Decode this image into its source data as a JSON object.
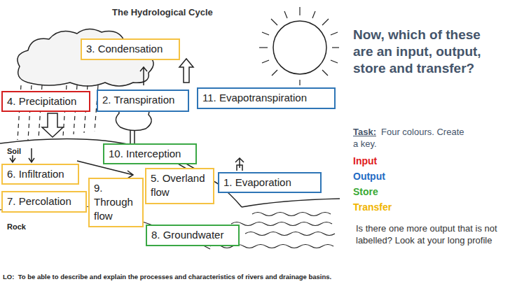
{
  "diagram": {
    "title": "The Hydrological Cycle",
    "nodes": [
      {
        "text": [
          "3. Condensation"
        ]
      },
      {
        "text": [
          "11. Evapotranspiration"
        ]
      },
      {
        "text": [
          "2. Transpiration"
        ]
      },
      {
        "text": [
          "4. Precipitation"
        ]
      },
      {
        "text": [
          "10. Interception"
        ]
      },
      {
        "text": [
          "6. Infiltration"
        ]
      },
      {
        "text": [
          "5. Overland flow"
        ]
      },
      {
        "text": [
          "1. Evaporation"
        ]
      },
      {
        "text": [
          "9. Through flow"
        ]
      },
      {
        "text": [
          "7. Percolation"
        ]
      },
      {
        "text": [
          "8. Groundwater"
        ]
      }
    ],
    "labels": [
      "Now, which of these are an input, output, store and transfer?",
      "Task:",
      "Four colours. Create a key.",
      "Is there one more output that is not labelled?  Look at your long profile",
      "Soil",
      "Rock"
    ],
    "caption": "LO:  To be able to describe and explain the processes and characteristics of rivers and drainage basins.",
    "legend": [
      {
        "text": "Input",
        "color": "#e01b1b"
      },
      {
        "text": "Output",
        "color": "#1f6bc4"
      },
      {
        "text": "Store",
        "color": "#3aa935"
      },
      {
        "text": "Transfer",
        "color": "#f0b400"
      }
    ]
  }
}
